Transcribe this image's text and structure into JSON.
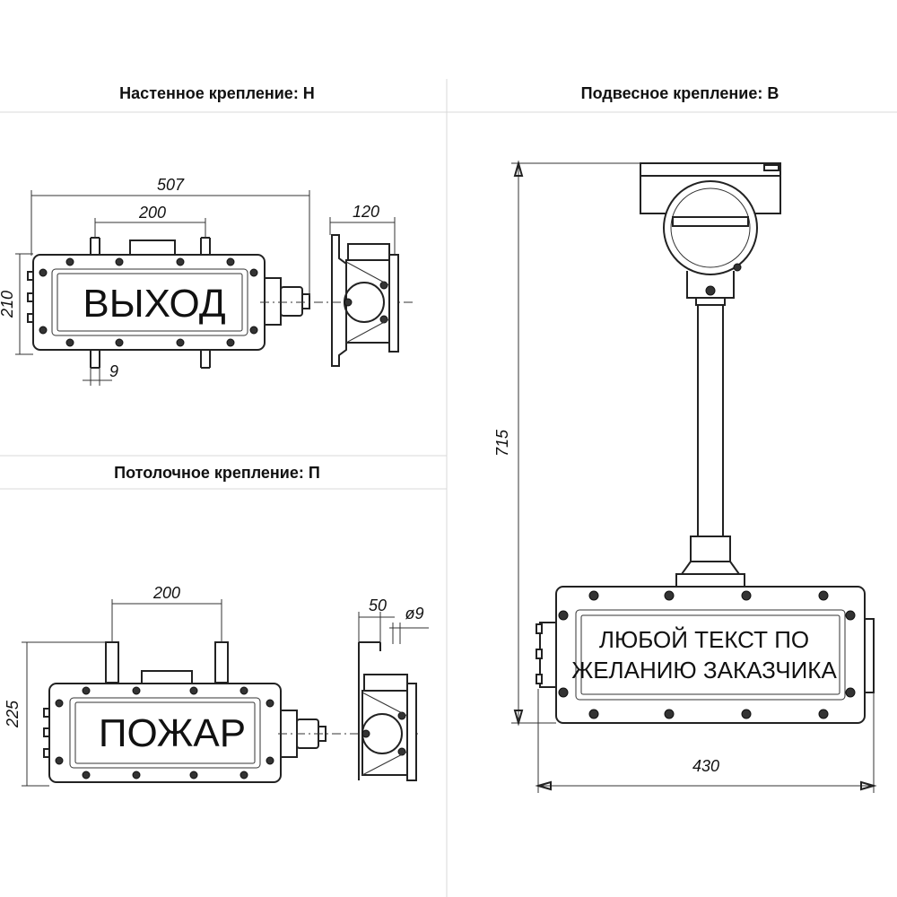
{
  "titles": {
    "wall": "Настенное крепление: Н",
    "ceiling": "Потолочное крепление: П",
    "pendant": "Подвесное крепление: В"
  },
  "wall_view": {
    "sign_text": "ВЫХОД",
    "dim_width": "507",
    "dim_bracket_spacing": "200",
    "dim_height": "210",
    "dim_slot": "9",
    "dim_side_depth": "120"
  },
  "ceiling_view": {
    "sign_text": "ПОЖАР",
    "dim_stud_spacing": "200",
    "dim_height": "225",
    "dim_side_offset": "50",
    "dim_hole": "ø9"
  },
  "pendant_view": {
    "sign_line1": "ЛЮБОЙ ТЕКСТ ПО",
    "sign_line2": "ЖЕЛАНИЮ ЗАКАЗЧИКА",
    "dim_total_height": "715",
    "dim_width": "430"
  }
}
